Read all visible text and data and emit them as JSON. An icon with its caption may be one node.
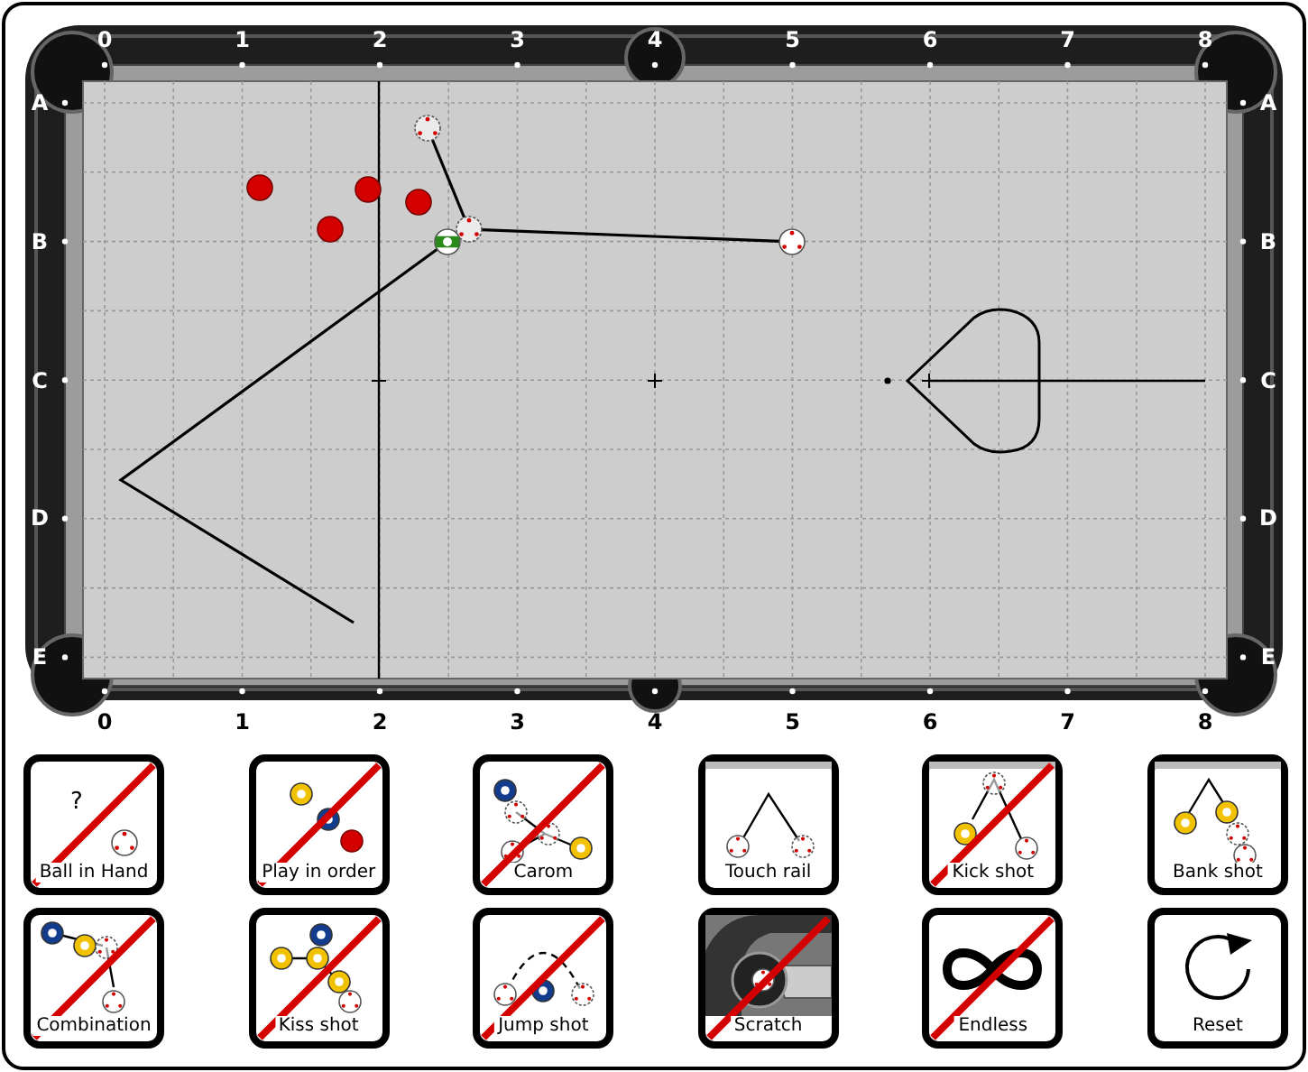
{
  "diagram": {
    "nodes": [
      {
        "text": [],
        "shape": "circle"
      },
      {
        "text": [],
        "shape": "circle"
      },
      {
        "text": [],
        "shape": "circle"
      },
      {
        "text": [],
        "shape": "circle"
      },
      {
        "text": [],
        "shape": "circle"
      },
      {
        "text": [],
        "shape": "circle"
      },
      {
        "text": [],
        "shape": "circle"
      },
      {
        "text": [],
        "shape": "circle"
      },
      {
        "text": [
          "Ball in Hand"
        ]
      },
      {
        "text": [
          "Play in order"
        ]
      },
      {
        "text": [
          "Carom"
        ]
      },
      {
        "text": [
          "Touch rail"
        ]
      },
      {
        "text": [
          "Kick shot"
        ]
      },
      {
        "text": [
          "Bank shot"
        ]
      },
      {
        "text": [
          "Combination"
        ]
      },
      {
        "text": [
          "Kiss shot"
        ]
      },
      {
        "text": [
          "Jump shot"
        ]
      },
      {
        "text": [
          "Scratch"
        ]
      },
      {
        "text": [
          "Endless"
        ]
      },
      {
        "text": [
          "Reset"
        ]
      }
    ],
    "edges": [
      {
        "from": 7,
        "to": 4,
        "arrow": "none"
      },
      {
        "from": 4,
        "to": 0,
        "arrow": "none"
      },
      {
        "from": 6,
        "to": null,
        "arrow": "none"
      }
    ],
    "labels": [
      "0",
      "1",
      "2",
      "3",
      "4",
      "5",
      "6",
      "7",
      "8",
      "A",
      "A",
      "B",
      "B",
      "C",
      "C",
      "D",
      "D",
      "E",
      "E",
      "0",
      "1",
      "2",
      "3",
      "4",
      "5",
      "6",
      "7",
      "8",
      "?"
    ]
  }
}
